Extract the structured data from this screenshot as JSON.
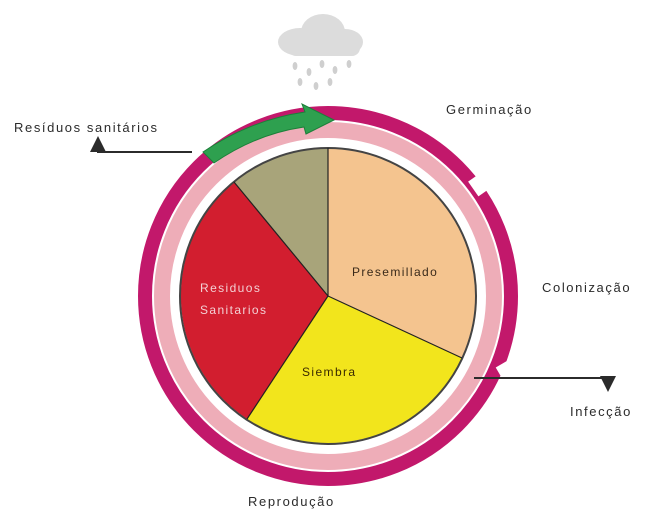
{
  "diagram": {
    "labels": {
      "germination": "Germinação",
      "sanitary_residues": "Resíduos sanitários",
      "colonization": "Colonização",
      "infection": "Infecção",
      "reproduction": "Reprodução"
    },
    "segments": {
      "pre_sowing": "Presemillado",
      "sowing": "Siembra",
      "residues_middle": "Residuos",
      "residues_lower": "Sanitarios"
    },
    "segment_colors": {
      "pre_sowing": "#f4c48f",
      "sowing": "#f2e51c",
      "residues": "#d21e2f",
      "gray_green": "#a8a47a",
      "outer_ring": "#c2186b",
      "inner_ring": "#eeadb8",
      "green_arrow": "#2ea04f",
      "cloud": "#dcdcdc"
    },
    "icons": [
      "rain-cloud-icon",
      "green-cycle-arrow",
      "pointer-arrow"
    ]
  }
}
